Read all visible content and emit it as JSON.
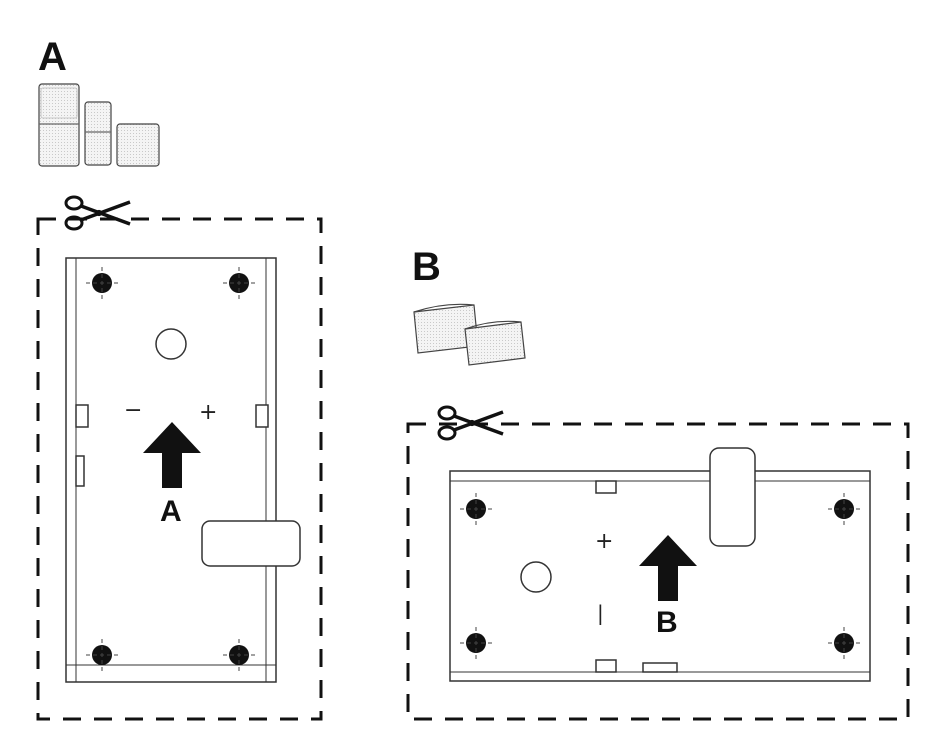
{
  "section_a": {
    "header_letter": "A",
    "arrow_letter": "A",
    "minus_symbol": "−",
    "plus_symbol": "+"
  },
  "section_b": {
    "header_letter": "B",
    "arrow_letter": "B",
    "plus_symbol": "+",
    "minus_symbol": "|"
  },
  "icons": {
    "scissors": "scissors-icon",
    "speakers_a": "cube-speakers-icon",
    "speakers_b": "soundbar-speakers-icon"
  },
  "colors": {
    "ink": "#111111",
    "line": "#333333",
    "speaker_fill": "#f2f2f2"
  }
}
